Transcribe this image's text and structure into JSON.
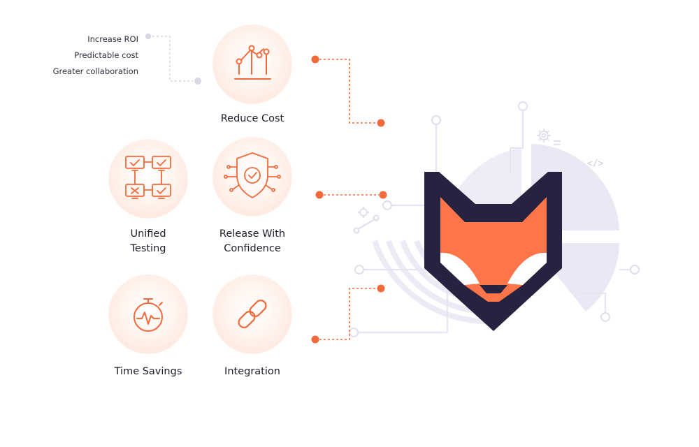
{
  "notes": [
    "Increase ROI",
    "Predictable cost",
    "Greater collaboration"
  ],
  "features": {
    "reduce_cost": {
      "label": "Reduce Cost"
    },
    "unified_testing": {
      "line1": "Unified",
      "line2": "Testing"
    },
    "release_confidence": {
      "line1": "Release With",
      "line2": "Confidence"
    },
    "time_savings": {
      "label": "Time Savings"
    },
    "integration": {
      "label": "Integration"
    }
  },
  "background_code_glyph": "</>",
  "icons": [
    "chart-icon",
    "testing-screens-icon",
    "shield-check-icon",
    "stopwatch-icon",
    "link-icon",
    "gear-icon",
    "wrench-icon",
    "fox-logo"
  ],
  "colors": {
    "accent": "#f26a3b",
    "dark": "#25233f",
    "fox_orange": "#fd7549",
    "decor": "#e9e8f4",
    "circle_tint": "#fde1d4"
  }
}
